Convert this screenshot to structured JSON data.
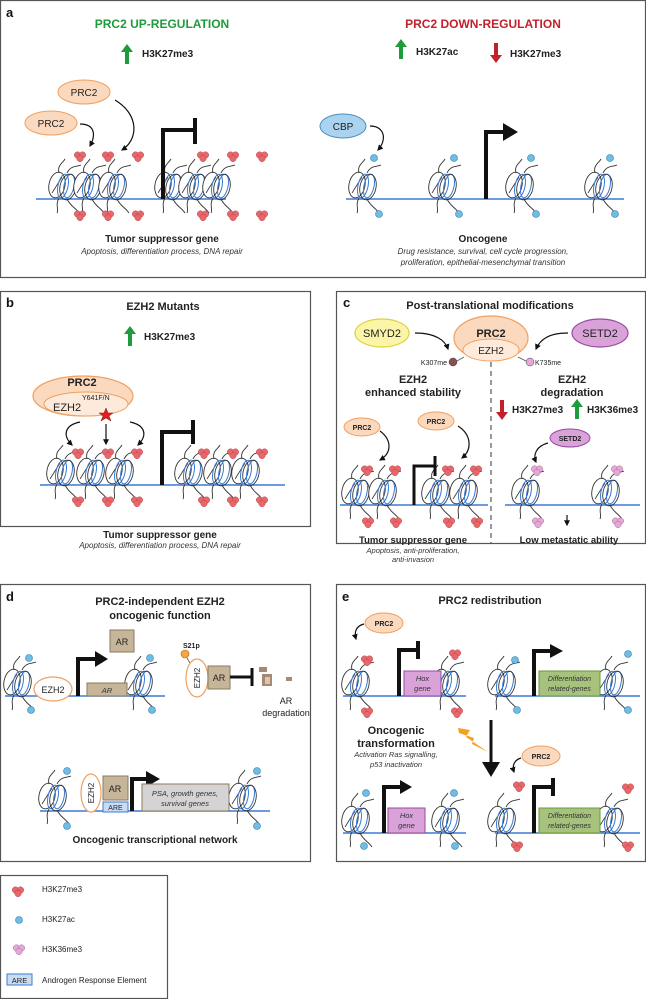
{
  "colors": {
    "up_green": "#1e9b3a",
    "down_red": "#c4202b",
    "h3k27me3": "#e8676b",
    "h3k27ac": "#6fbde3",
    "h3k36me3": "#e5a8d8",
    "prc2_fill": "#fbd9bf",
    "prc2_stroke": "#f0a060",
    "cbp_fill": "#a9d3ef",
    "smyd2_fill": "#fbf5a8",
    "setd2_fill": "#d9a3d9",
    "ar_fill": "#c7b59a",
    "hox_fill": "#d9a3d9",
    "diff_fill": "#a7c27c",
    "psa_fill": "#d4d4d4",
    "dna": "#3a7bd5"
  },
  "panel_a": {
    "label": "a",
    "left": {
      "title": "PRC2 UP-REGULATION",
      "mark_up": "H3K27me3",
      "prc2_1": "PRC2",
      "prc2_2": "PRC2",
      "gene": "Tumor suppressor gene",
      "desc": "Apoptosis, differentiation process, DNA repair"
    },
    "right": {
      "title": "PRC2 DOWN-REGULATION",
      "mark_up": "H3K27ac",
      "mark_down": "H3K27me3",
      "cbp": "CBP",
      "gene": "Oncogene",
      "desc_line1": "Drug resistance, survival, cell cycle progression,",
      "desc_line2": "proliferation, epithelial-mesenchymal transition"
    }
  },
  "panel_b": {
    "label": "b",
    "title": "EZH2 Mutants",
    "mark_up": "H3K27me3",
    "prc2": "PRC2",
    "ezh2": "EZH2",
    "mutation": "Y641F/N",
    "gene": "Tumor suppressor gene",
    "desc": "Apoptosis, differentiation process, DNA repair"
  },
  "panel_c": {
    "label": "c",
    "title": "Post-translational modifications",
    "smyd2": "SMYD2",
    "setd2": "SETD2",
    "prc2": "PRC2",
    "ezh2": "EZH2",
    "k307": "K307me",
    "k735": "K735me",
    "left_head1": "EZH2",
    "left_head2": "enhanced stability",
    "right_head1": "EZH2",
    "right_head2": "degradation",
    "mark_down": "H3K27me3",
    "mark_up": "H3K36me3",
    "prc2_a": "PRC2",
    "prc2_b": "PRC2",
    "setd2_small": "SETD2",
    "left_gene": "Tumor suppressor gene",
    "left_desc1": "Apoptosis, anti-proliferation,",
    "left_desc2": "anti-invasion",
    "right_result": "Low metastatic ability"
  },
  "panel_d": {
    "label": "d",
    "title1": "PRC2-independent EZH2",
    "title2": "oncogenic function",
    "ezh2": "EZH2",
    "ar_top": "AR",
    "ar_gene": "AR",
    "s21p": "S21p",
    "ezh2_vert": "EZH2",
    "ar_bound": "AR",
    "ar_deg1": "AR",
    "ar_deg2": "degradation",
    "ezh2_vert2": "EZH2",
    "ar_net": "AR",
    "are": "ARE",
    "targets1": "PSA, growth genes,",
    "targets2": "survival genes",
    "network": "Oncogenic transcriptional network"
  },
  "panel_e": {
    "label": "e",
    "title": "PRC2 redistribution",
    "prc2_top": "PRC2",
    "hox1": "Hox",
    "hox2": "gene",
    "diff1": "Differentiation",
    "diff2": "related-genes",
    "onc1": "Oncogenic",
    "onc2": "transformation",
    "onc_desc1": "Activation Ras signalling,",
    "onc_desc2": "p53 inactivation",
    "prc2_bottom": "PRC2"
  },
  "legend": {
    "items": [
      {
        "icon": "h3k27me3-cluster-icon",
        "label": "H3K27me3"
      },
      {
        "icon": "h3k27ac-dot-icon",
        "label": "H3K27ac"
      },
      {
        "icon": "h3k36me3-cluster-icon",
        "label": "H3K36me3"
      },
      {
        "icon": "are-box-icon",
        "box_text": "ARE",
        "label": "Androgen Response Element"
      }
    ]
  }
}
